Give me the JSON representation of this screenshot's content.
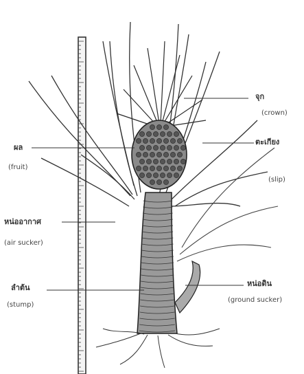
{
  "labels": {
    "crown": {
      "thai": "จุก",
      "english": "(crown)"
    },
    "slip": {
      "thai": "ตะเกียง",
      "english": "(slip)"
    },
    "fruit": {
      "thai": "ผล",
      "english": "(fruit)"
    },
    "air_sucker": {
      "thai": "หน่ออากาศ",
      "english": "(air sucker)"
    },
    "stump": {
      "thai": "ลำต้น",
      "english": "(stump)"
    },
    "ground_sucker": {
      "thai": "หน่อดิน",
      "english": "(ground sucker)"
    }
  },
  "colors": {
    "ink": "#2a2a2a",
    "paper": "#ffffff",
    "fruit_fill": "#6b6b6b"
  }
}
